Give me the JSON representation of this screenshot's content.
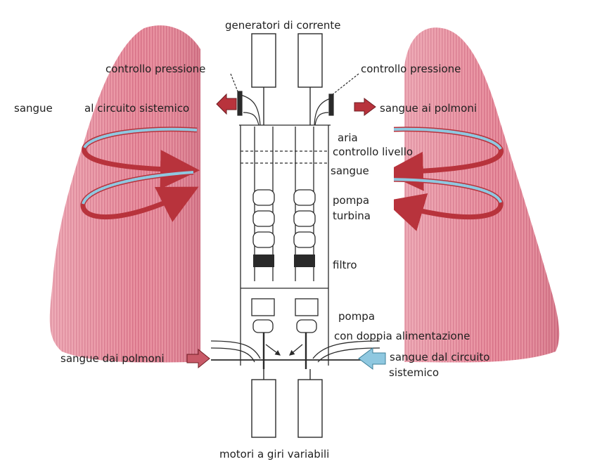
{
  "labels": {
    "generators": "generatori di corrente",
    "pressure_control_left": "controllo pressione",
    "pressure_control_right": "controllo pressione",
    "blood_word": "sangue",
    "to_systemic": "al circuito sistemico",
    "blood_to_lungs": "sangue ai polmoni",
    "air": "aria",
    "level_control": "controllo livello",
    "blood": "sangue",
    "pump": "pompa",
    "turbine": "turbina",
    "filter": "filtro",
    "pump2": "pompa",
    "dual_feed": "con doppia alimentazione",
    "blood_from_lungs": "sangue dai polmoni",
    "blood_from_systemic_1": "sangue dal circuito",
    "blood_from_systemic_2": "sistemico",
    "motors": "motori a giri variabili"
  },
  "colors": {
    "lung": "#e88a9c",
    "lung_stripe": "#d46d84",
    "red_arrow": "#b8333c",
    "blue_arrow": "#8fc8e0",
    "line": "#2a2a2a"
  }
}
